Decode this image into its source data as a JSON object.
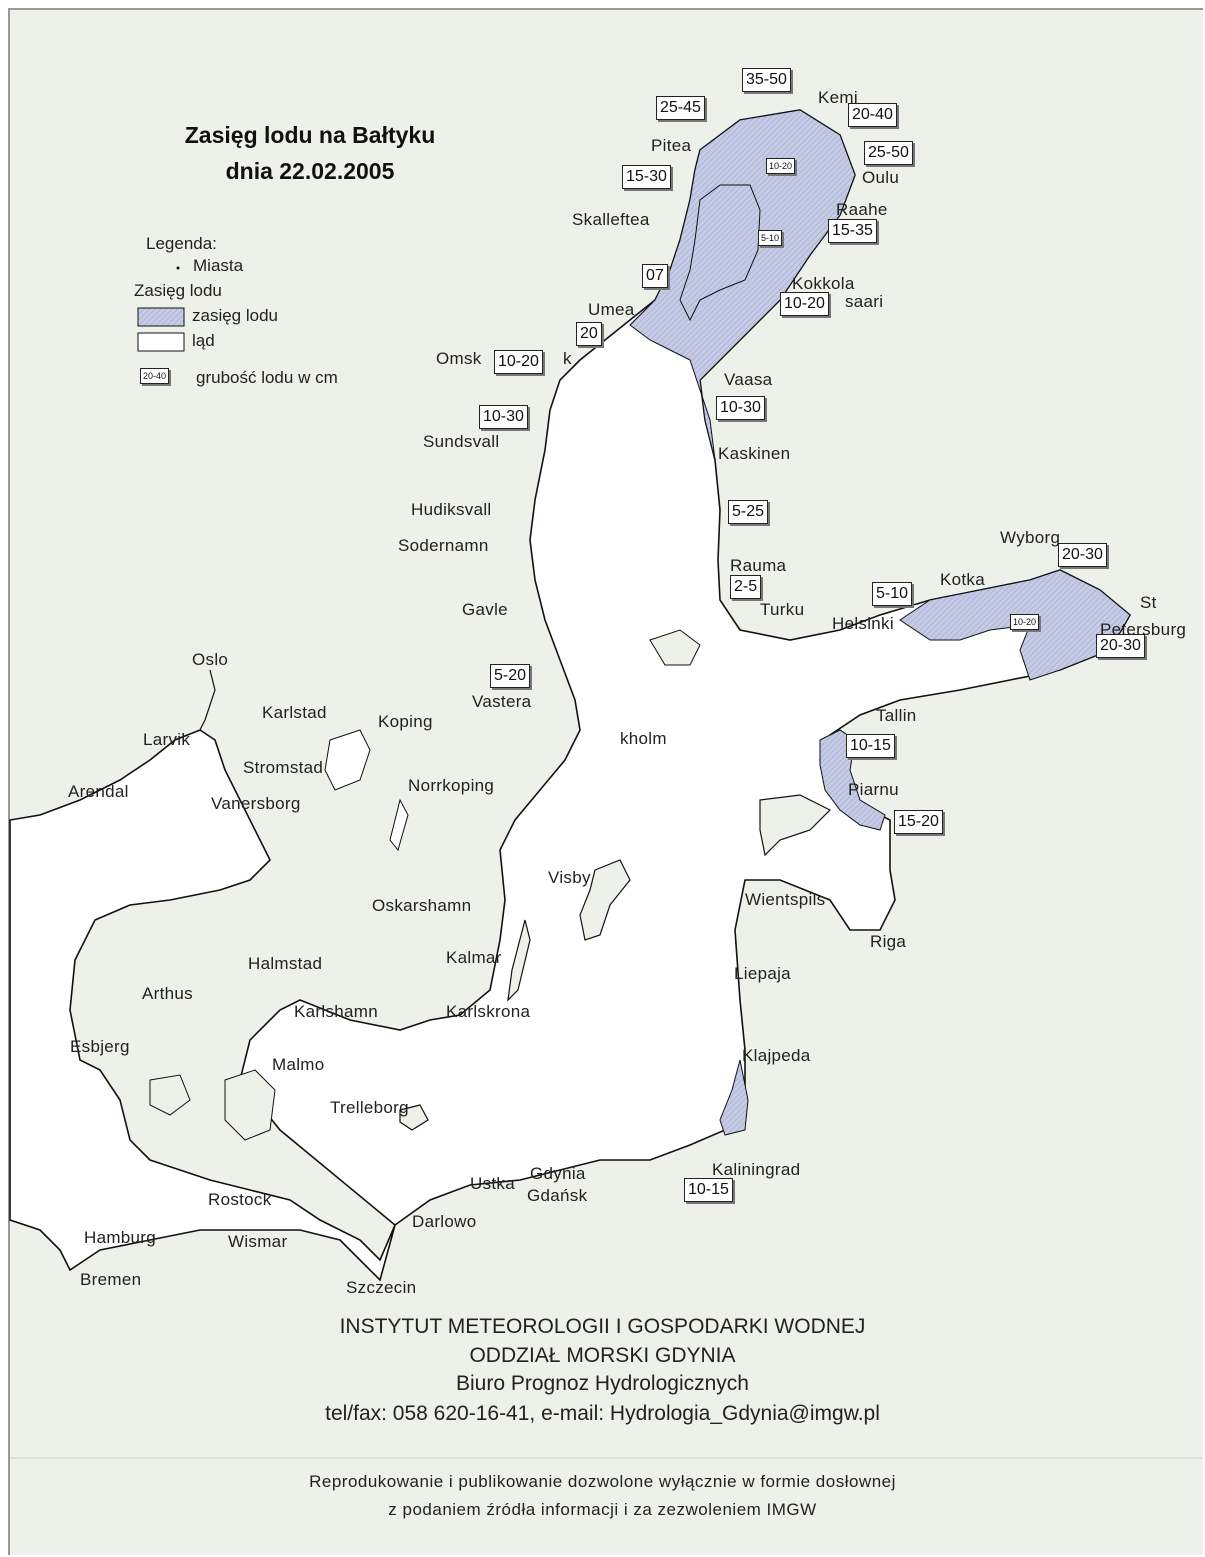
{
  "title": {
    "line1": "Zasięg lodu na Bałtyku",
    "line2": "dnia 22.02.2005"
  },
  "legend": {
    "heading": "Legenda:",
    "cities": "Miasta",
    "ice_heading": "Zasięg lodu",
    "ice_extent": "zasięg lodu",
    "land": "ląd",
    "thickness_sample": "20-40",
    "thickness": "grubość lodu w cm"
  },
  "colors": {
    "background": "#eef0ea",
    "sea": "#ffffff",
    "ice": "#c5cbe4",
    "coast": "#111111"
  },
  "cities": {
    "kemi": "Kemi",
    "pitea": "Pitea",
    "oulu": "Oulu",
    "raahe": "Raahe",
    "skelleftea": "Skalleftea",
    "kokkola": "Kokkola",
    "pietarsaari": "saari",
    "umea": "Umea",
    "ornskoldsvik": "Omsk",
    "ornskoldsvik_end": "k",
    "vaasa": "Vaasa",
    "sundsvall": "Sundsvall",
    "kaskinen": "Kaskinen",
    "hudiksvall": "Hudiksvall",
    "sodernamn": "Sodernamn",
    "wyborg": "Wyborg",
    "rauma": "Rauma",
    "kotka": "Kotka",
    "turku": "Turku",
    "st": "St",
    "petersburg": "Petersburg",
    "gavle": "Gavle",
    "helsinki": "Helsinki",
    "oslo": "Oslo",
    "vasteras": "Vastera",
    "tallin": "Tallin",
    "karlstad": "Karlstad",
    "koping": "Koping",
    "larvik": "Larvik",
    "stockholm": "kholm",
    "stromstad": "Stromstad",
    "parnu": "Piarnu",
    "arendal": "Arendal",
    "norrkoping": "Norrkoping",
    "vanersborg": "Vanersborg",
    "visby": "Visby",
    "ventspils": "Wientspils",
    "oskarshamn": "Oskarshamn",
    "riga": "Riga",
    "halmstad": "Halmstad",
    "kalmar": "Kalmar",
    "liepaja": "Liepaja",
    "arhus": "Arthus",
    "karlshamn": "Karlshamn",
    "karlskrona": "Karlskrona",
    "esbjerg": "Esbjerg",
    "malmo": "Malmo",
    "klajpeda": "Klajpeda",
    "trelleborg": "Trelleborg",
    "kaliningrad": "Kaliningrad",
    "gdynia": "Gdynia",
    "ustka": "Ustka",
    "gdansk": "Gdańsk",
    "rostock": "Rostock",
    "darlowo": "Darlowo",
    "hamburg": "Hamburg",
    "wismar": "Wismar",
    "bremen": "Bremen",
    "szczecin": "Szczecin"
  },
  "ice_thickness": {
    "t1": "35-50",
    "t2": "25-45",
    "t3": "20-40",
    "t4": "25-50",
    "t5": "15-30",
    "t6": "10-20",
    "t7": "15-35",
    "t8": "5-10",
    "t9": "07",
    "t10": "10-20",
    "t11": "20",
    "t12": "10-20",
    "t13": "10-30",
    "t14": "10-30",
    "t15": "5-25",
    "t16": "20-30",
    "t17": "2-5",
    "t18": "5-10",
    "t19": "10-20",
    "t20": "20-30",
    "t21": "5-20",
    "t22": "10-15",
    "t23": "15-20",
    "t24": "10-15"
  },
  "footer": {
    "line1": "INSTYTUT METEOROLOGII I GOSPODARKI WODNEJ",
    "line2": "ODDZIAŁ MORSKI GDYNIA",
    "line3": "Biuro Prognoz Hydrologicznych",
    "line4": "tel/fax: 058 620-16-41, e-mail: Hydrologia_Gdynia@imgw.pl",
    "line5": "Reprodukowanie i publikowanie dozwolone wyłącznie w formie dosłownej",
    "line6": "z podaniem źródła informacji i za zezwoleniem IMGW"
  }
}
